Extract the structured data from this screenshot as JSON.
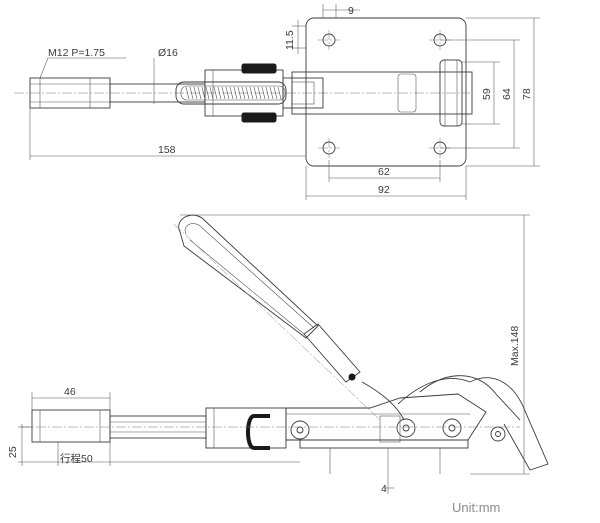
{
  "top_view": {
    "thread_label": "M12  P=1.75",
    "dia_label": "Ø16",
    "dim_hole_width": "9",
    "dim_hole_offset": "11.5",
    "dim_length": "158",
    "dim_hole_spacing_x": "62",
    "dim_base_width": "92",
    "dim_59": "59",
    "dim_64": "64",
    "dim_78": "78"
  },
  "side_view": {
    "dim_46": "46",
    "dim_25": "25",
    "dim_stroke": "行程50",
    "dim_max_height": "Max.148",
    "dim_4": "4"
  },
  "unit_label": "Unit:mm"
}
